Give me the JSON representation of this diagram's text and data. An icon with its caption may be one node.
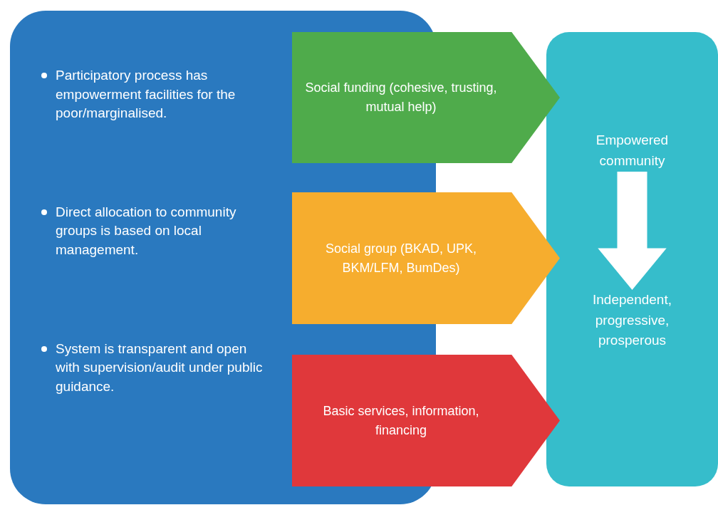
{
  "diagram": {
    "nodes": [
      {
        "text": [
          "Participatory process has empowerment facilities for the poor/marginalised.",
          "Direct allocation to community groups is based on local management.",
          "System is transparent and open with supervision/audit under public guidance."
        ]
      },
      {
        "text": [
          "Social funding (cohesive, trusting, mutual help)"
        ]
      },
      {
        "text": [
          "Social group (BKAD, UPK, BKM/LFM, BumDes)"
        ]
      },
      {
        "text": [
          "Basic services, information, financing"
        ]
      },
      {
        "text": [],
        "shape": "box"
      },
      {
        "text": [
          "Empowered community"
        ],
        "in": 4
      },
      {
        "text": [
          "Independent, progressive, prosperous"
        ],
        "in": 4
      }
    ],
    "edges": [
      {
        "from": 5,
        "to": 6,
        "arrow": "to",
        "color": "#ffffff"
      }
    ]
  }
}
